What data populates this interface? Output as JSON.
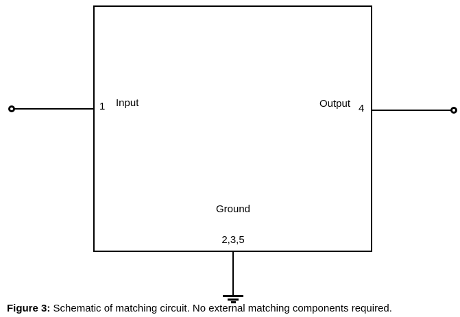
{
  "diagram": {
    "labels": {
      "input": "Input",
      "input_pin": "1",
      "output": "Output",
      "output_pin": "4",
      "ground": "Ground",
      "ground_pins": "2,3,5"
    },
    "caption": {
      "title": "Figure 3:",
      "text": "Schematic of matching circuit. No external matching components required."
    },
    "colors": {
      "line": "#000000",
      "text": "#000000",
      "background": "#ffffff"
    }
  }
}
